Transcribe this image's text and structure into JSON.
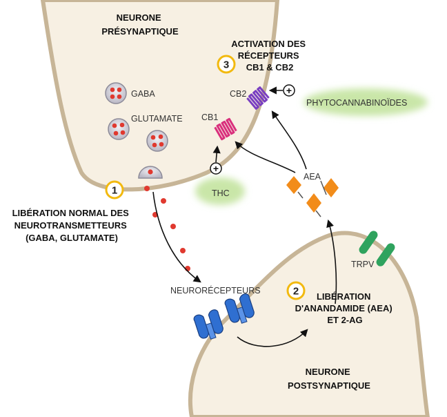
{
  "presynaptic": {
    "line1": "NEURONE",
    "line2": "PRÉSYNAPTIQUE"
  },
  "postsynaptic": {
    "line1": "NEURONE",
    "line2": "POSTSYNAPTIQUE"
  },
  "vesicle_labels": {
    "gaba": "GABA",
    "glutamate": "GLUTAMATE"
  },
  "receptors": {
    "cb1": "CB1",
    "cb2": "CB2",
    "trpv": "TRPV",
    "neuroreceptors": "NEURORÉCEPTEURS"
  },
  "molecules": {
    "aea": "AEA",
    "thc": "THC",
    "phyto": "PHYTOCANNABINOÏDES"
  },
  "plus_sign": "+",
  "steps": [
    {
      "number": "1",
      "lines": [
        "LIBÉRATION NORMAL DES",
        "NEUROTRANSMETTEURS",
        "(GABA, GLUTAMATE)"
      ]
    },
    {
      "number": "2",
      "lines": [
        "LIBÉRATION",
        "D'ANANDAMIDE (AEA)",
        "ET 2-AG"
      ]
    },
    {
      "number": "3",
      "lines": [
        "ACTIVATION DES",
        "RÉCEPTEURS",
        "CB1 & CB2"
      ]
    }
  ],
  "colors": {
    "neuron_fill": "#f7f0e3",
    "neuron_stroke": "#c7b597",
    "step_ring": "#f2b90f",
    "molecule_orange": "#f28c1a",
    "receptor_blue": "#2f6fd1",
    "trpv_green": "#2fa35e",
    "halo_green": "#c9e6a8",
    "vesicle_red": "#e0392f",
    "cb_pink": "#d9307d",
    "cb_purple": "#7a3fc1"
  }
}
